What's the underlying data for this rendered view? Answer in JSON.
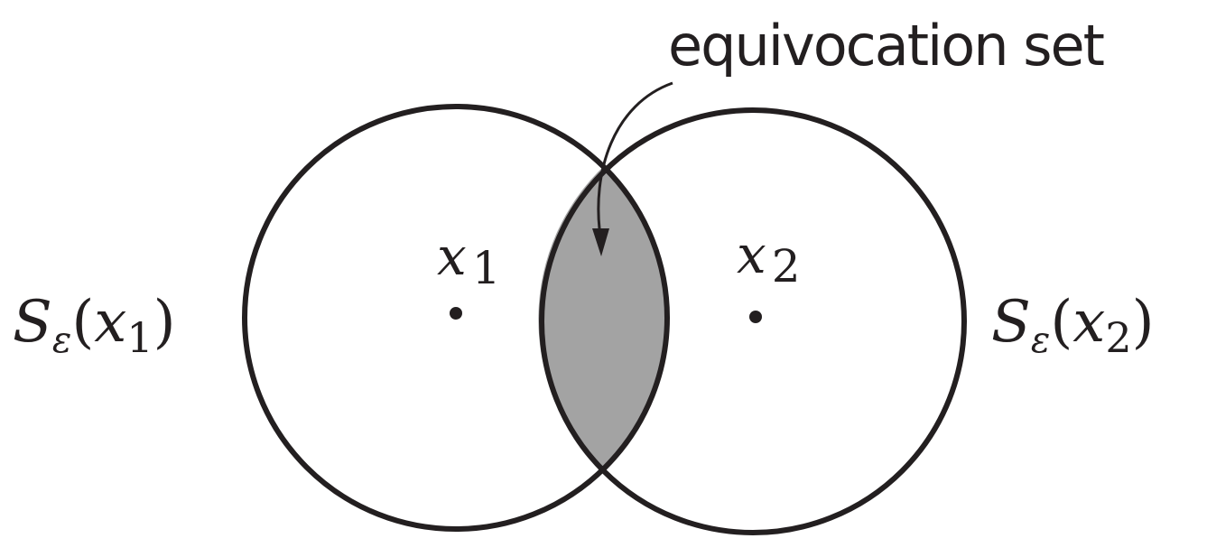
{
  "annotation": {
    "label": "equivocation set"
  },
  "sets": [
    {
      "center_label": {
        "symbol": "x",
        "subscript": "1"
      },
      "set_label": {
        "symbol": "S",
        "sub": "ε",
        "open": "(",
        "arg": "x",
        "arg_sub": "1",
        "close": ")"
      }
    },
    {
      "center_label": {
        "symbol": "x",
        "subscript": "2"
      },
      "set_label": {
        "symbol": "S",
        "sub": "ε",
        "open": "(",
        "arg": "x",
        "arg_sub": "2",
        "close": ")"
      }
    }
  ],
  "colors": {
    "outline": "#231f20",
    "intersection_fill": "#a3a3a3"
  }
}
